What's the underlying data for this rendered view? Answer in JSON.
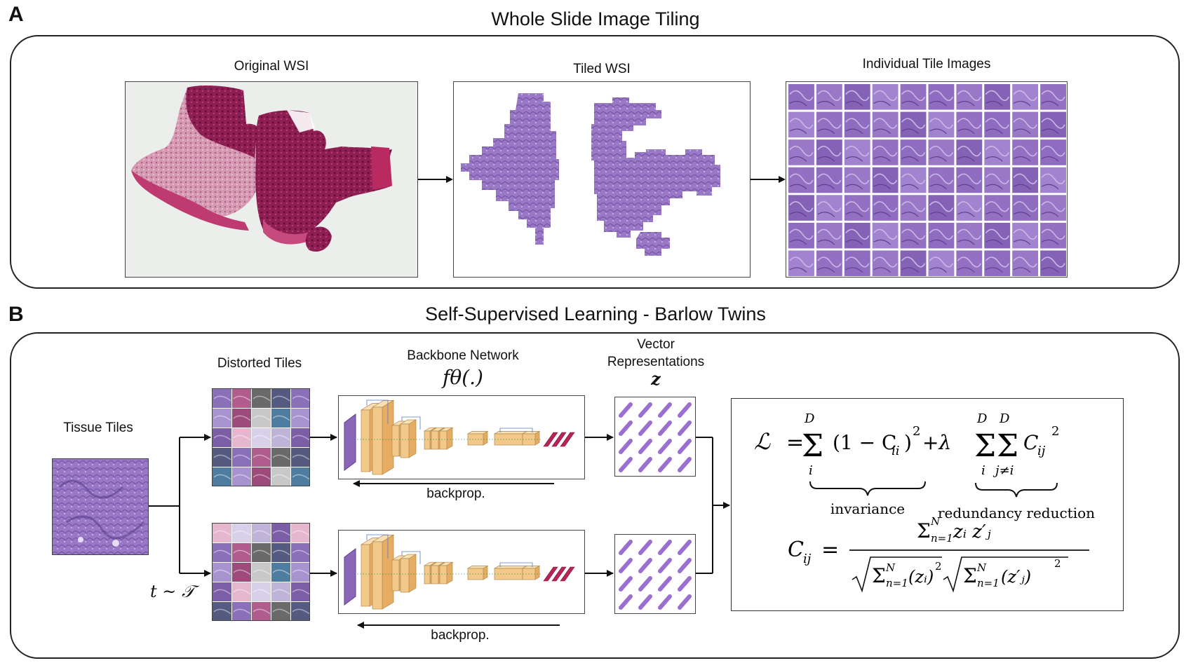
{
  "panels": {
    "a": {
      "letter": "A",
      "title": "Whole Slide Image Tiling",
      "original_label": "Original WSI",
      "tiled_label": "Tiled WSI",
      "tiles_label": "Individual Tile Images"
    },
    "b": {
      "letter": "B",
      "title": "Self-Supervised Learning - Barlow Twins",
      "tissue_label": "Tissue Tiles",
      "distorted_label": "Distorted Tiles",
      "backbone_label": "Backbone Network",
      "backbone_symbol": "fθ(.)",
      "vector_label_line1": "Vector",
      "vector_label_line2": "Representations",
      "vector_symbol": "z",
      "transform_symbol": "t ~ 𝒯",
      "backprop_top": "backprop.",
      "backprop_bottom": "backprop."
    }
  },
  "loss": {
    "lhs": "ℒ",
    "eq": "=",
    "sum_upper": "D",
    "sum_lower_i": "i",
    "sum_lower_j": "j≠i",
    "term1": "(1 − C",
    "term1_sub": "ii",
    "term1_close": ")",
    "sq": "2",
    "plus_lambda": "+λ",
    "term2": "C",
    "term2_sub": "ij",
    "invariance_label": "invariance",
    "redundancy_label": "redundancy reduction"
  },
  "corr": {
    "lhs": "C",
    "lhs_sub": "ij",
    "eq": "=",
    "sum_sym": "Σ",
    "sum_upper": "N",
    "sum_lower": "n=1",
    "num_terms": "zᵢ z′ⱼ",
    "den_left": "(zᵢ)",
    "den_right": "(z′ⱼ)",
    "sq": "2"
  },
  "colors": {
    "tissue_purple": "#8a66b8",
    "he_pink": "#b8346a",
    "he_dark": "#7a1a4a",
    "conv_orange": "#f3c98a",
    "dense_red": "#b8245a",
    "vector_purple": "#9b6fd0",
    "frame": "#222222"
  }
}
